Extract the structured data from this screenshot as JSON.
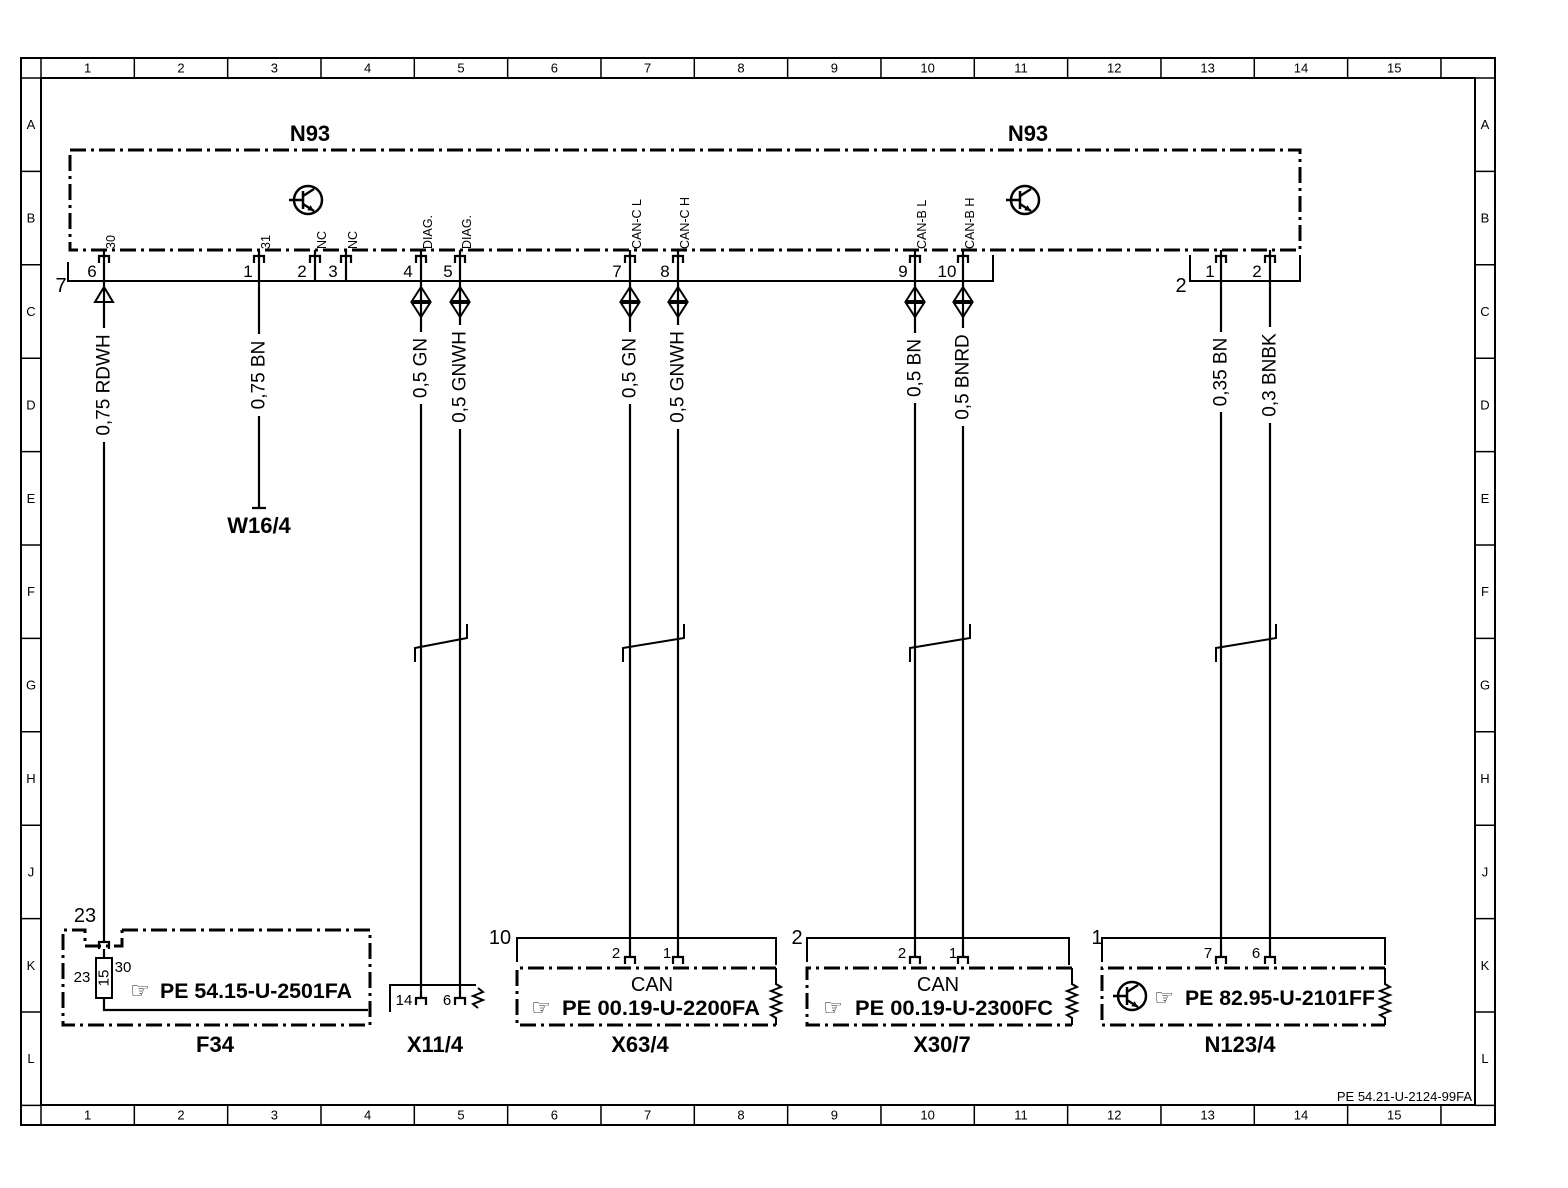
{
  "grid": {
    "columns": [
      "1",
      "2",
      "3",
      "4",
      "5",
      "6",
      "7",
      "8",
      "9",
      "10",
      "11",
      "12",
      "13",
      "14",
      "15"
    ],
    "rows": [
      "A",
      "B",
      "C",
      "D",
      "E",
      "F",
      "G",
      "H",
      "J",
      "K",
      "L"
    ]
  },
  "icons": {
    "module": "transistor-icon",
    "reference_pointer": "☞"
  },
  "n93": {
    "label_left": "N93",
    "label_right": "N93",
    "connector_main": "7",
    "connector_aux": "2",
    "pins": [
      {
        "number": "6",
        "signal": "30",
        "wire": "0,75 RDWH"
      },
      {
        "number": "1",
        "signal": "31",
        "wire": "0,75 BN"
      },
      {
        "number": "2",
        "signal": "NC"
      },
      {
        "number": "3",
        "signal": "NC"
      },
      {
        "number": "4",
        "signal": "DIAG.",
        "wire": "0,5 GN"
      },
      {
        "number": "5",
        "signal": "DIAG.",
        "wire": "0,5 GNWH"
      },
      {
        "number": "7",
        "signal": "CAN-C L",
        "wire": "0,5 GN"
      },
      {
        "number": "8",
        "signal": "CAN-C H",
        "wire": "0,5 GNWH"
      },
      {
        "number": "9",
        "signal": "CAN-B L",
        "wire": "0,5 BN"
      },
      {
        "number": "10",
        "signal": "CAN-B H",
        "wire": "0,5 BNRD"
      }
    ],
    "aux_pins": [
      {
        "number": "1",
        "wire": "0,35 BN"
      },
      {
        "number": "2",
        "wire": "0,3 BNBK"
      }
    ]
  },
  "w16_4": {
    "label": "W16/4"
  },
  "components": {
    "f34": {
      "name": "F34",
      "connector": "23",
      "pin_in": "23",
      "pin_out": "30",
      "fuse": "15",
      "reference": "PE 54.15-U-2501FA"
    },
    "x11_4": {
      "name": "X11/4",
      "pins": [
        "14",
        "6"
      ]
    },
    "x63_4": {
      "name": "X63/4",
      "connector": "10",
      "pins": [
        "2",
        "1"
      ],
      "bus": "CAN",
      "reference": "PE 00.19-U-2200FA"
    },
    "x30_7": {
      "name": "X30/7",
      "connector": "2",
      "pins": [
        "2",
        "1"
      ],
      "bus": "CAN",
      "reference": "PE 00.19-U-2300FC"
    },
    "n123_4": {
      "name": "N123/4",
      "connector": "1",
      "pins": [
        "7",
        "6"
      ],
      "reference": "PE 82.95-U-2101FF"
    }
  },
  "sheet_reference": "PE 54.21-U-2124-99FA",
  "colors": {
    "ink": "#000000",
    "paper": "#ffffff"
  }
}
